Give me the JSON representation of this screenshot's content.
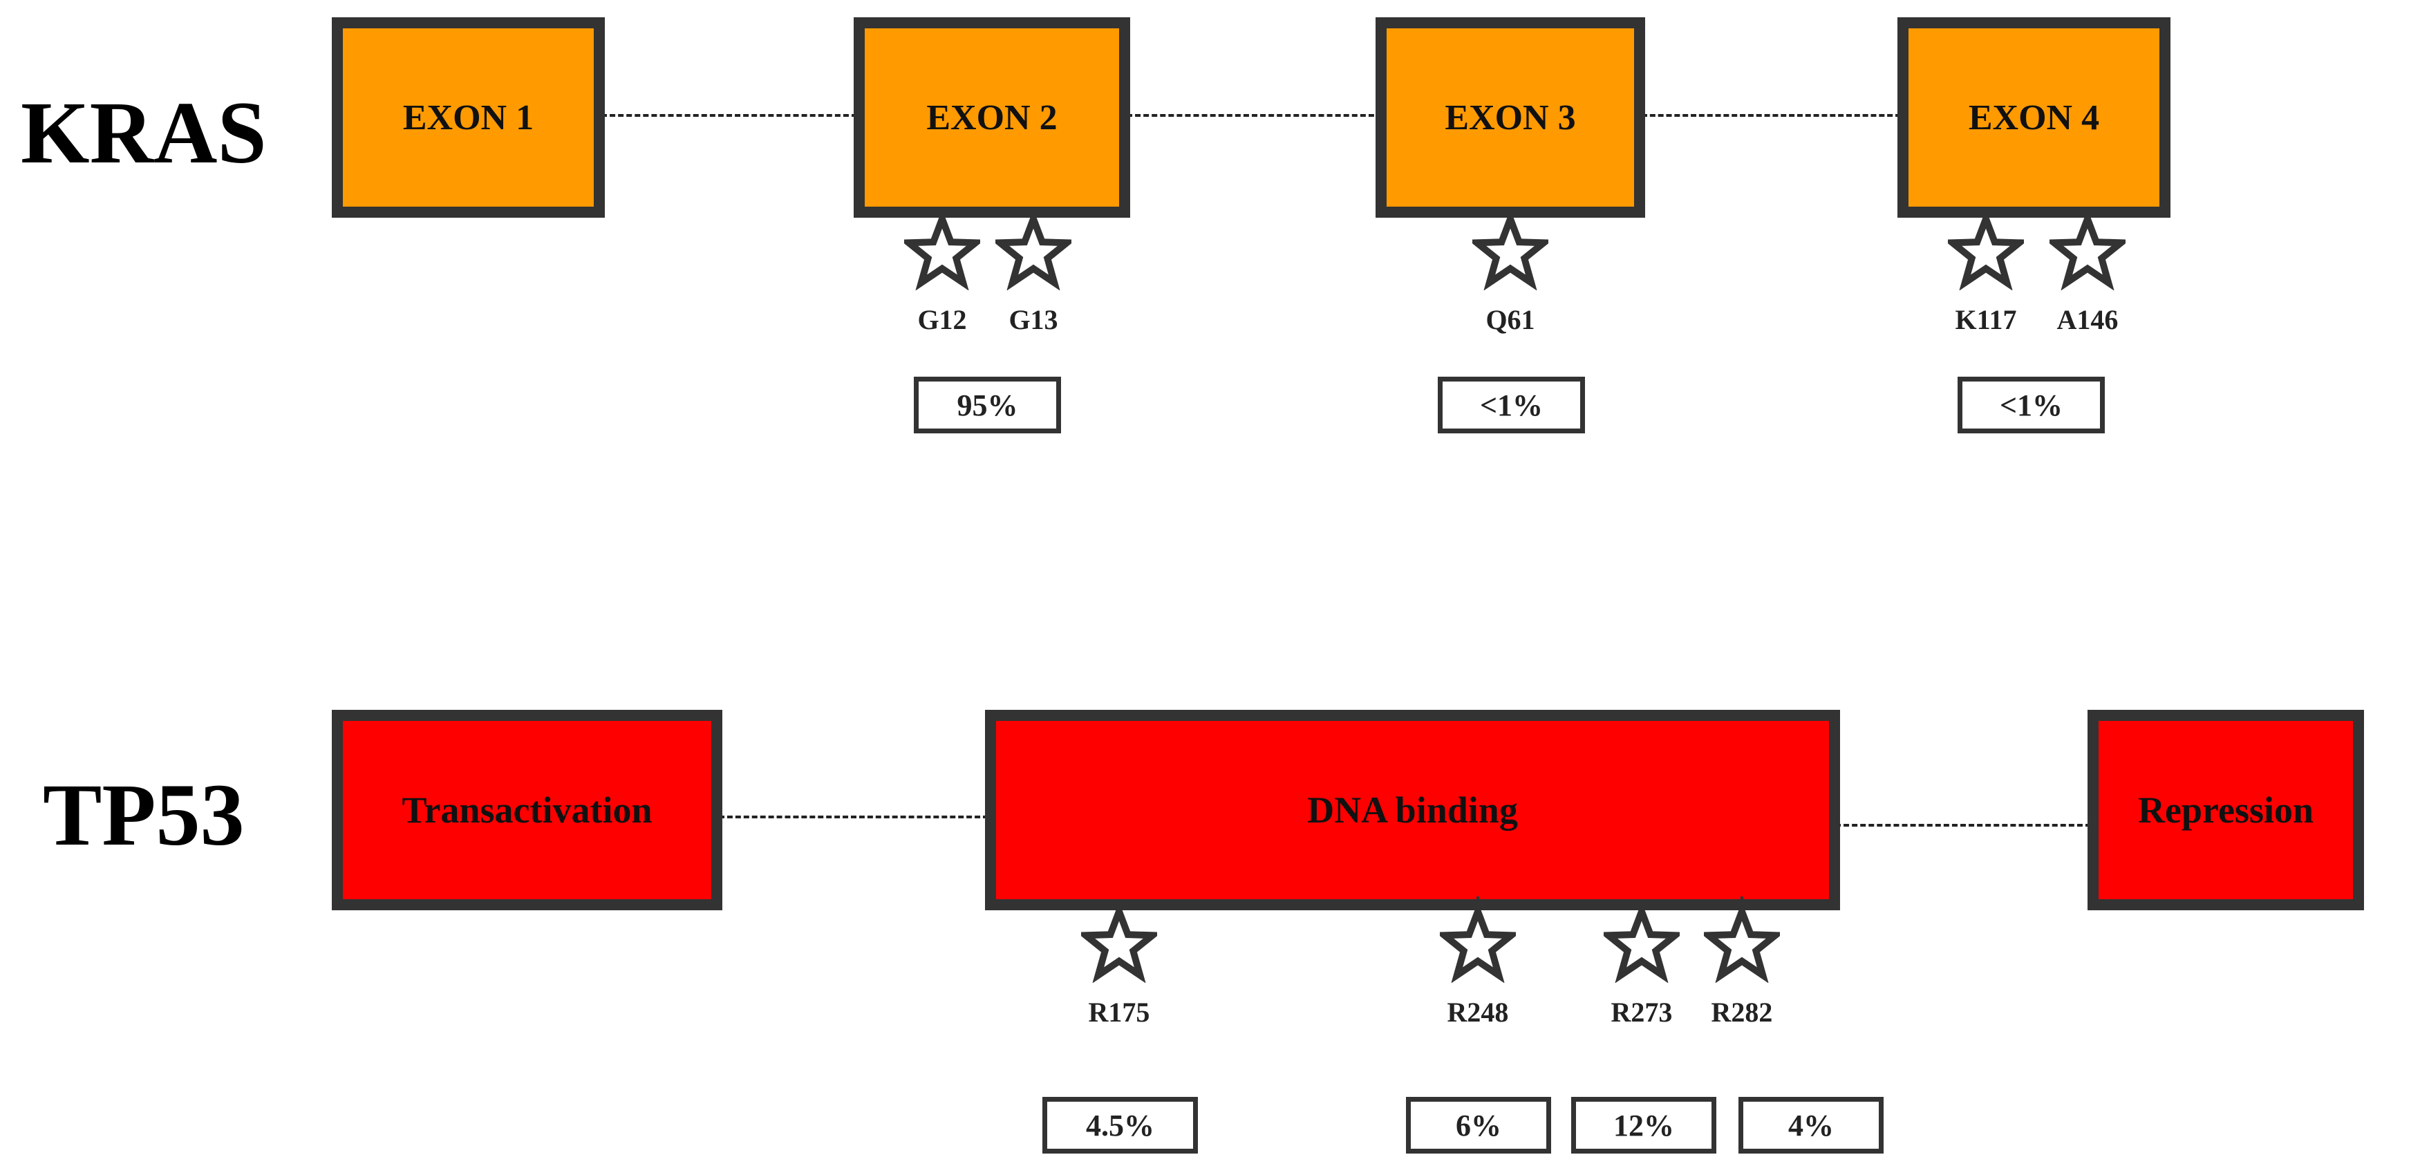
{
  "kras": {
    "gene": "KRAS",
    "exons": [
      "EXON 1",
      "EXON 2",
      "EXON 3",
      "EXON 4"
    ],
    "mutations": [
      "G12",
      "G13",
      "Q61",
      "K117",
      "A146"
    ],
    "frequencies": [
      "95%",
      "<1%",
      "<1%"
    ]
  },
  "tp53": {
    "gene": "TP53",
    "domains": [
      "Transactivation",
      "DNA binding",
      "Repression"
    ],
    "mutations": [
      "R175",
      "R248",
      "R273",
      "R282"
    ],
    "frequencies": [
      "4.5%",
      "6%",
      "12%",
      "4%"
    ]
  },
  "colors": {
    "exon_fill": "#ff9a00",
    "domain_fill": "#ff0000",
    "outline": "#333333",
    "star_fill": "#ffffff"
  },
  "icons": {
    "mutation_marker": "star-icon"
  }
}
